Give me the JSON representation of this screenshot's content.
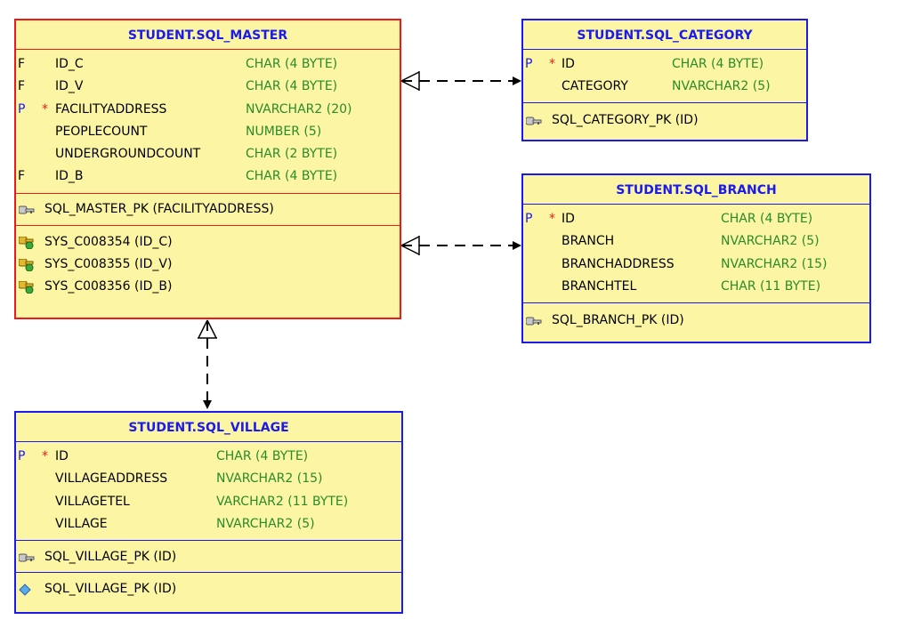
{
  "entities": {
    "master": {
      "title": "STUDENT.SQL_MASTER",
      "columns": [
        {
          "flag": "F",
          "req": "",
          "name": "ID_C",
          "type": "CHAR (4 BYTE)"
        },
        {
          "flag": "F",
          "req": "",
          "name": "ID_V",
          "type": "CHAR (4 BYTE)"
        },
        {
          "flag": "P",
          "req": "*",
          "name": "FACILITYADDRESS",
          "type": "NVARCHAR2 (20)"
        },
        {
          "flag": "",
          "req": "",
          "name": "PEOPLECOUNT",
          "type": "NUMBER (5)"
        },
        {
          "flag": "",
          "req": "",
          "name": "UNDERGROUNDCOUNT",
          "type": "CHAR (2 BYTE)"
        },
        {
          "flag": "F",
          "req": "",
          "name": "ID_B",
          "type": "CHAR (4 BYTE)"
        }
      ],
      "pk": "SQL_MASTER_PK (FACILITYADDRESS)",
      "fks": [
        "SYS_C008354 (ID_C)",
        "SYS_C008355 (ID_V)",
        "SYS_C008356 (ID_B)"
      ]
    },
    "category": {
      "title": "STUDENT.SQL_CATEGORY",
      "columns": [
        {
          "flag": "P",
          "req": "*",
          "name": "ID",
          "type": "CHAR (4 BYTE)"
        },
        {
          "flag": "",
          "req": "",
          "name": "CATEGORY",
          "type": "NVARCHAR2 (5)"
        }
      ],
      "pk": "SQL_CATEGORY_PK (ID)"
    },
    "branch": {
      "title": "STUDENT.SQL_BRANCH",
      "columns": [
        {
          "flag": "P",
          "req": "*",
          "name": "ID",
          "type": "CHAR (4 BYTE)"
        },
        {
          "flag": "",
          "req": "",
          "name": "BRANCH",
          "type": "NVARCHAR2 (5)"
        },
        {
          "flag": "",
          "req": "",
          "name": "BRANCHADDRESS",
          "type": "NVARCHAR2 (15)"
        },
        {
          "flag": "",
          "req": "",
          "name": "BRANCHTEL",
          "type": "CHAR (11 BYTE)"
        }
      ],
      "pk": "SQL_BRANCH_PK (ID)"
    },
    "village": {
      "title": "STUDENT.SQL_VILLAGE",
      "columns": [
        {
          "flag": "P",
          "req": "*",
          "name": "ID",
          "type": "CHAR (4 BYTE)"
        },
        {
          "flag": "",
          "req": "",
          "name": "VILLAGEADDRESS",
          "type": "NVARCHAR2 (15)"
        },
        {
          "flag": "",
          "req": "",
          "name": "VILLAGETEL",
          "type": "VARCHAR2 (11 BYTE)"
        },
        {
          "flag": "",
          "req": "",
          "name": "VILLAGE",
          "type": "NVARCHAR2 (5)"
        }
      ],
      "pk": "SQL_VILLAGE_PK (ID)",
      "index": "SQL_VILLAGE_PK (ID)"
    }
  },
  "colors": {
    "entity_fill": "#fcf6a4",
    "entity_border": "#1a1aee",
    "selected_border": "#ee1a1a",
    "type_text": "#2a8a2a"
  }
}
